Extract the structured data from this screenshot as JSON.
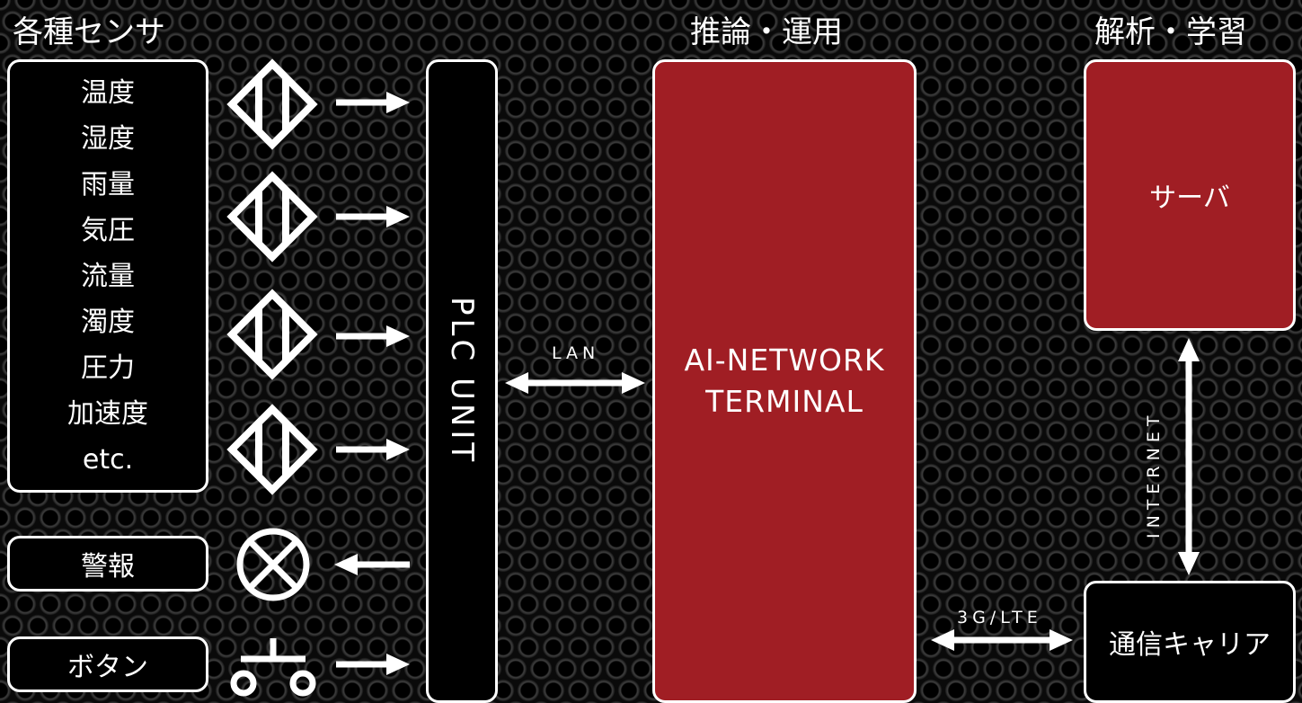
{
  "sections": {
    "sensors": "各種センサ",
    "inference": "推論・運用",
    "analysis": "解析・学習"
  },
  "sensors": [
    "温度",
    "湿度",
    "雨量",
    "気圧",
    "流量",
    "濁度",
    "圧力",
    "加速度",
    "etc."
  ],
  "alarm": "警報",
  "button": "ボタン",
  "plc": "PLC UNIT",
  "lan": "LAN",
  "terminal": {
    "line1": "AI-NETWORK",
    "line2": "TERMINAL"
  },
  "server": "サーバ",
  "internet": "INTERNET",
  "carrier": "通信キャリア",
  "mobile": "3G/LTE",
  "colors": {
    "accent_red": "#a01e24",
    "box_black": "#000000",
    "stroke_white": "#ffffff"
  }
}
